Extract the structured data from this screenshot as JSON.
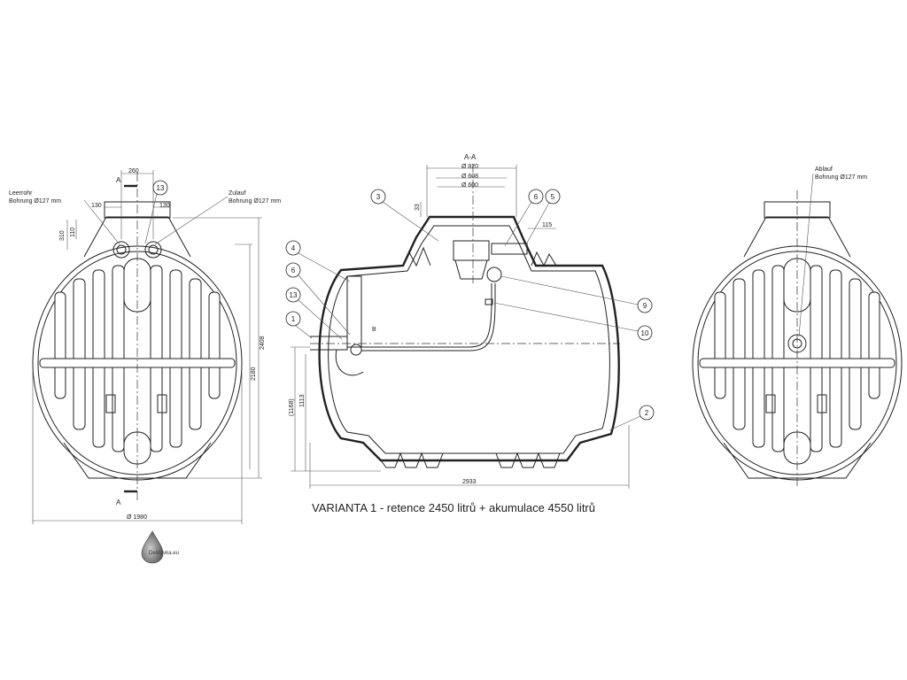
{
  "caption": "VARIANTA 1 - retence 2450 litrů + akumulace 4550 litrů",
  "logo_text": "Dešťovka.eu",
  "section_label": "A-A",
  "section_marker": "A",
  "left_view": {
    "inlet_left": {
      "line1": "Leerrohr",
      "line2": "Bohrung Ø127 mm"
    },
    "inlet_right": {
      "line1": "Zulauf",
      "line2": "Bohrung Ø127 mm"
    },
    "dims": {
      "d260": "260",
      "d130a": "130",
      "d130b": "130",
      "d310": "310",
      "d110": "110",
      "h2180": "2180",
      "h2408": "2408",
      "w1980": "Ø 1980"
    }
  },
  "center_view": {
    "dims": {
      "d820": "Ø 820",
      "d608": "Ø 608",
      "d600": "Ø 600",
      "d33": "33",
      "d115": "115",
      "h1168": "(1168)",
      "h1113": "1113",
      "w2933": "2933",
      "b": "B"
    }
  },
  "right_view": {
    "outlet": {
      "line1": "Ablauf",
      "line2": "Bohrung Ø127 mm"
    }
  },
  "callouts": [
    "1",
    "2",
    "3",
    "4",
    "5",
    "6",
    "6",
    "9",
    "10",
    "13",
    "13"
  ]
}
